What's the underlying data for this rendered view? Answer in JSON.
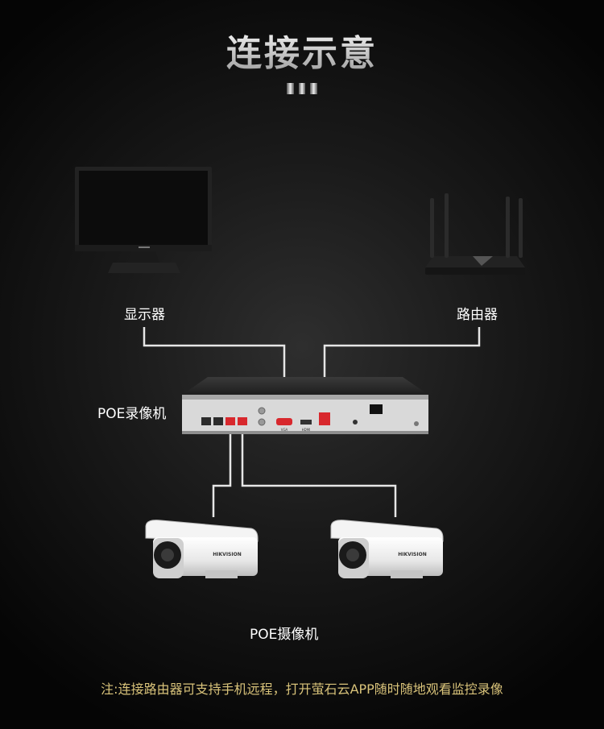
{
  "title": "连接示意",
  "labels": {
    "monitor": "显示器",
    "router": "路由器",
    "nvr": "POE录像机",
    "cameras": "POE摄像机"
  },
  "device_text": {
    "camera_brand": "HIKVISION",
    "vga": "VGA",
    "hdmi": "HDMI"
  },
  "note": "注:连接路由器可支持手机远程，打开萤石云APP随时随地观看监控录像",
  "colors": {
    "background": "#0a0a0a",
    "note_text": "#d9c37a",
    "connection_line": "#e6e6e6",
    "port_red": "#d8282d"
  }
}
